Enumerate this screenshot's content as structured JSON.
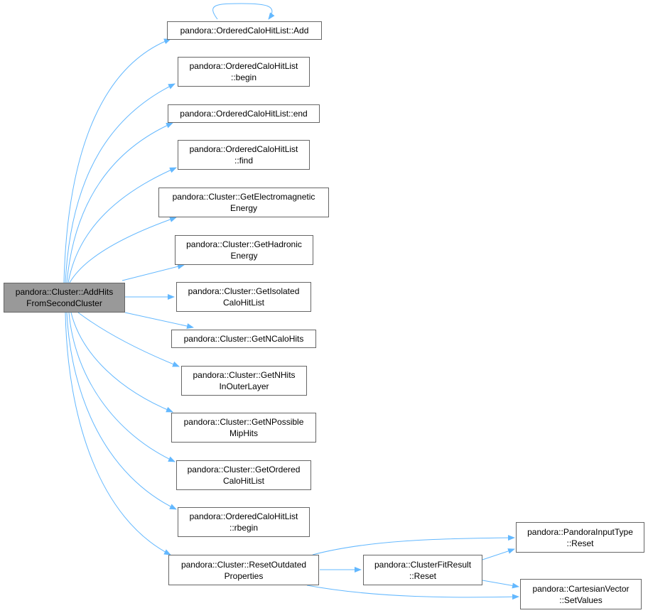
{
  "colors": {
    "edge": "#63b8ff",
    "node_border": "#666666",
    "root_fill": "#999999",
    "node_fill": "#ffffff"
  },
  "nodes": {
    "root": {
      "line1": "pandora::Cluster::AddHits",
      "line2": "FromSecondCluster"
    },
    "add": {
      "line1": "pandora::OrderedCaloHitList::Add"
    },
    "begin": {
      "line1": "pandora::OrderedCaloHitList",
      "line2": "::begin"
    },
    "end": {
      "line1": "pandora::OrderedCaloHitList::end"
    },
    "find": {
      "line1": "pandora::OrderedCaloHitList",
      "line2": "::find"
    },
    "em_energy": {
      "line1": "pandora::Cluster::GetElectromagnetic",
      "line2": "Energy"
    },
    "had_energy": {
      "line1": "pandora::Cluster::GetHadronic",
      "line2": "Energy"
    },
    "isolated": {
      "line1": "pandora::Cluster::GetIsolated",
      "line2": "CaloHitList"
    },
    "ncalohits": {
      "line1": "pandora::Cluster::GetNCaloHits"
    },
    "nhits_outer": {
      "line1": "pandora::Cluster::GetNHits",
      "line2": "InOuterLayer"
    },
    "npossible": {
      "line1": "pandora::Cluster::GetNPossible",
      "line2": "MipHits"
    },
    "ordered": {
      "line1": "pandora::Cluster::GetOrdered",
      "line2": "CaloHitList"
    },
    "rbegin": {
      "line1": "pandora::OrderedCaloHitList",
      "line2": "::rbegin"
    },
    "reset_outdated": {
      "line1": "pandora::Cluster::ResetOutdated",
      "line2": "Properties"
    },
    "fit_reset": {
      "line1": "pandora::ClusterFitResult",
      "line2": "::Reset"
    },
    "input_reset": {
      "line1": "pandora::PandoraInputType",
      "line2": "::Reset"
    },
    "setvalues": {
      "line1": "pandora::CartesianVector",
      "line2": "::SetValues"
    }
  }
}
